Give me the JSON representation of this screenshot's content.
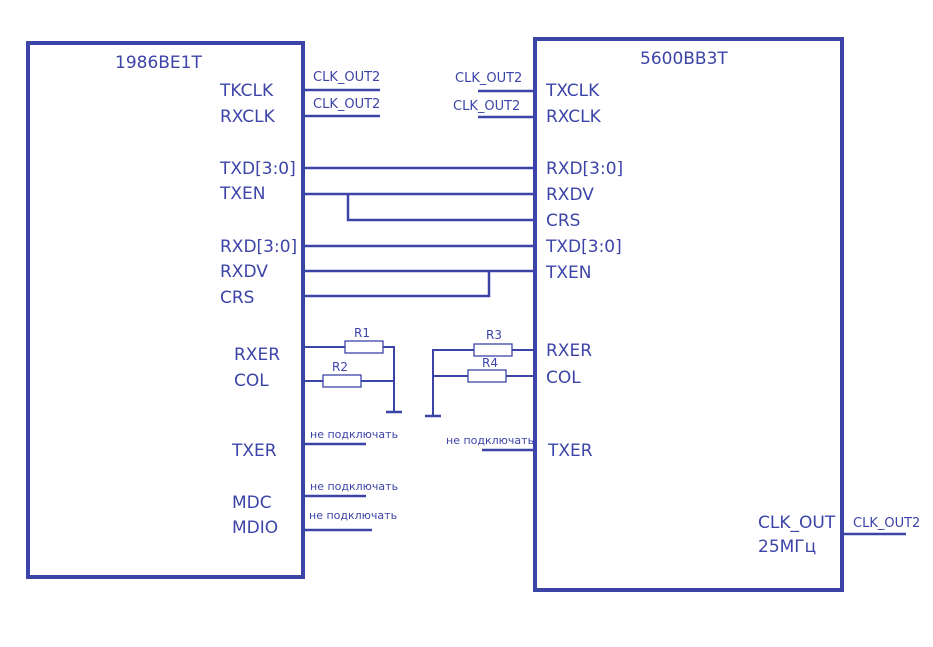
{
  "left_chip": {
    "name": "1986ВЕ1Т",
    "pins": {
      "txclk": "TKCLK",
      "rxclk": "RXCLK",
      "txd": "TXD[3:0]",
      "txen": "TXEN",
      "rxd": "RXD[3:0]",
      "rxdv": "RXDV",
      "crs": "CRS",
      "rxer": "RXER",
      "col": "COL",
      "txer": "TXER",
      "mdc": "MDC",
      "mdio": "MDIO"
    }
  },
  "right_chip": {
    "name": "5600ВВ3Т",
    "pins": {
      "txclk": "TXCLK",
      "rxclk": "RXCLK",
      "rxd": "RXD[3:0]",
      "rxdv": "RXDV",
      "crs": "CRS",
      "txd": "TXD[3:0]",
      "txen": "TXEN",
      "rxer": "RXER",
      "col": "COL",
      "txer": "TXER",
      "clk_out": "CLK_OUT",
      "freq": "25МГц"
    }
  },
  "nets": {
    "clk_out2": "CLK_OUT2",
    "no_connect": "не подключать"
  },
  "resistors": {
    "r1": "R1",
    "r2": "R2",
    "r3": "R3",
    "r4": "R4"
  }
}
